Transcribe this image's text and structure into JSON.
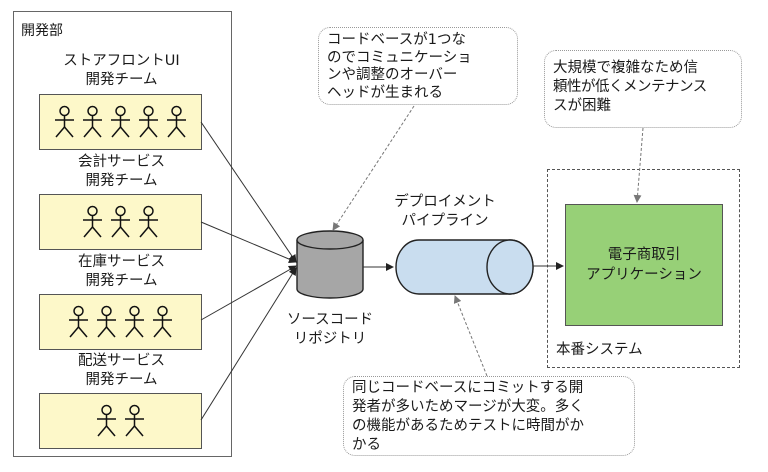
{
  "department": {
    "label": "開発部",
    "teams": [
      {
        "line1": "ストアフロントUI",
        "line2": "開発チーム",
        "members": 5
      },
      {
        "line1": "会計サービス",
        "line2": "開発チーム",
        "members": 3
      },
      {
        "line1": "在庫サービス",
        "line2": "開発チーム",
        "members": 4
      },
      {
        "line1": "配送サービス",
        "line2": "開発チーム",
        "members": 2
      }
    ]
  },
  "repository": {
    "line1": "ソースコード",
    "line2": "リポジトリ"
  },
  "pipeline": {
    "line1": "デプロイメント",
    "line2": "パイプライン"
  },
  "production": {
    "label": "本番システム",
    "app_line1": "電子商取引",
    "app_line2": "アプリケーション"
  },
  "notes": {
    "repository": [
      "コードベースが1つな",
      "のでコミュニケーショ",
      "ンや調整のオーバー",
      "ヘッドが生まれる"
    ],
    "application": [
      "大規模で複雑なため信",
      "頼性が低くメンテナンス",
      "スが困難"
    ],
    "pipeline": [
      "同じコードベースにコミットする開",
      "発者が多いためマージが大変。多く",
      "の機能があるためテストに時間がか",
      "かる"
    ]
  },
  "colors": {
    "team_fill": "#fdf8c9",
    "repo_fill": "#a6a6a6",
    "pipeline_fill": "#c9ddef",
    "app_fill": "#97d077"
  }
}
